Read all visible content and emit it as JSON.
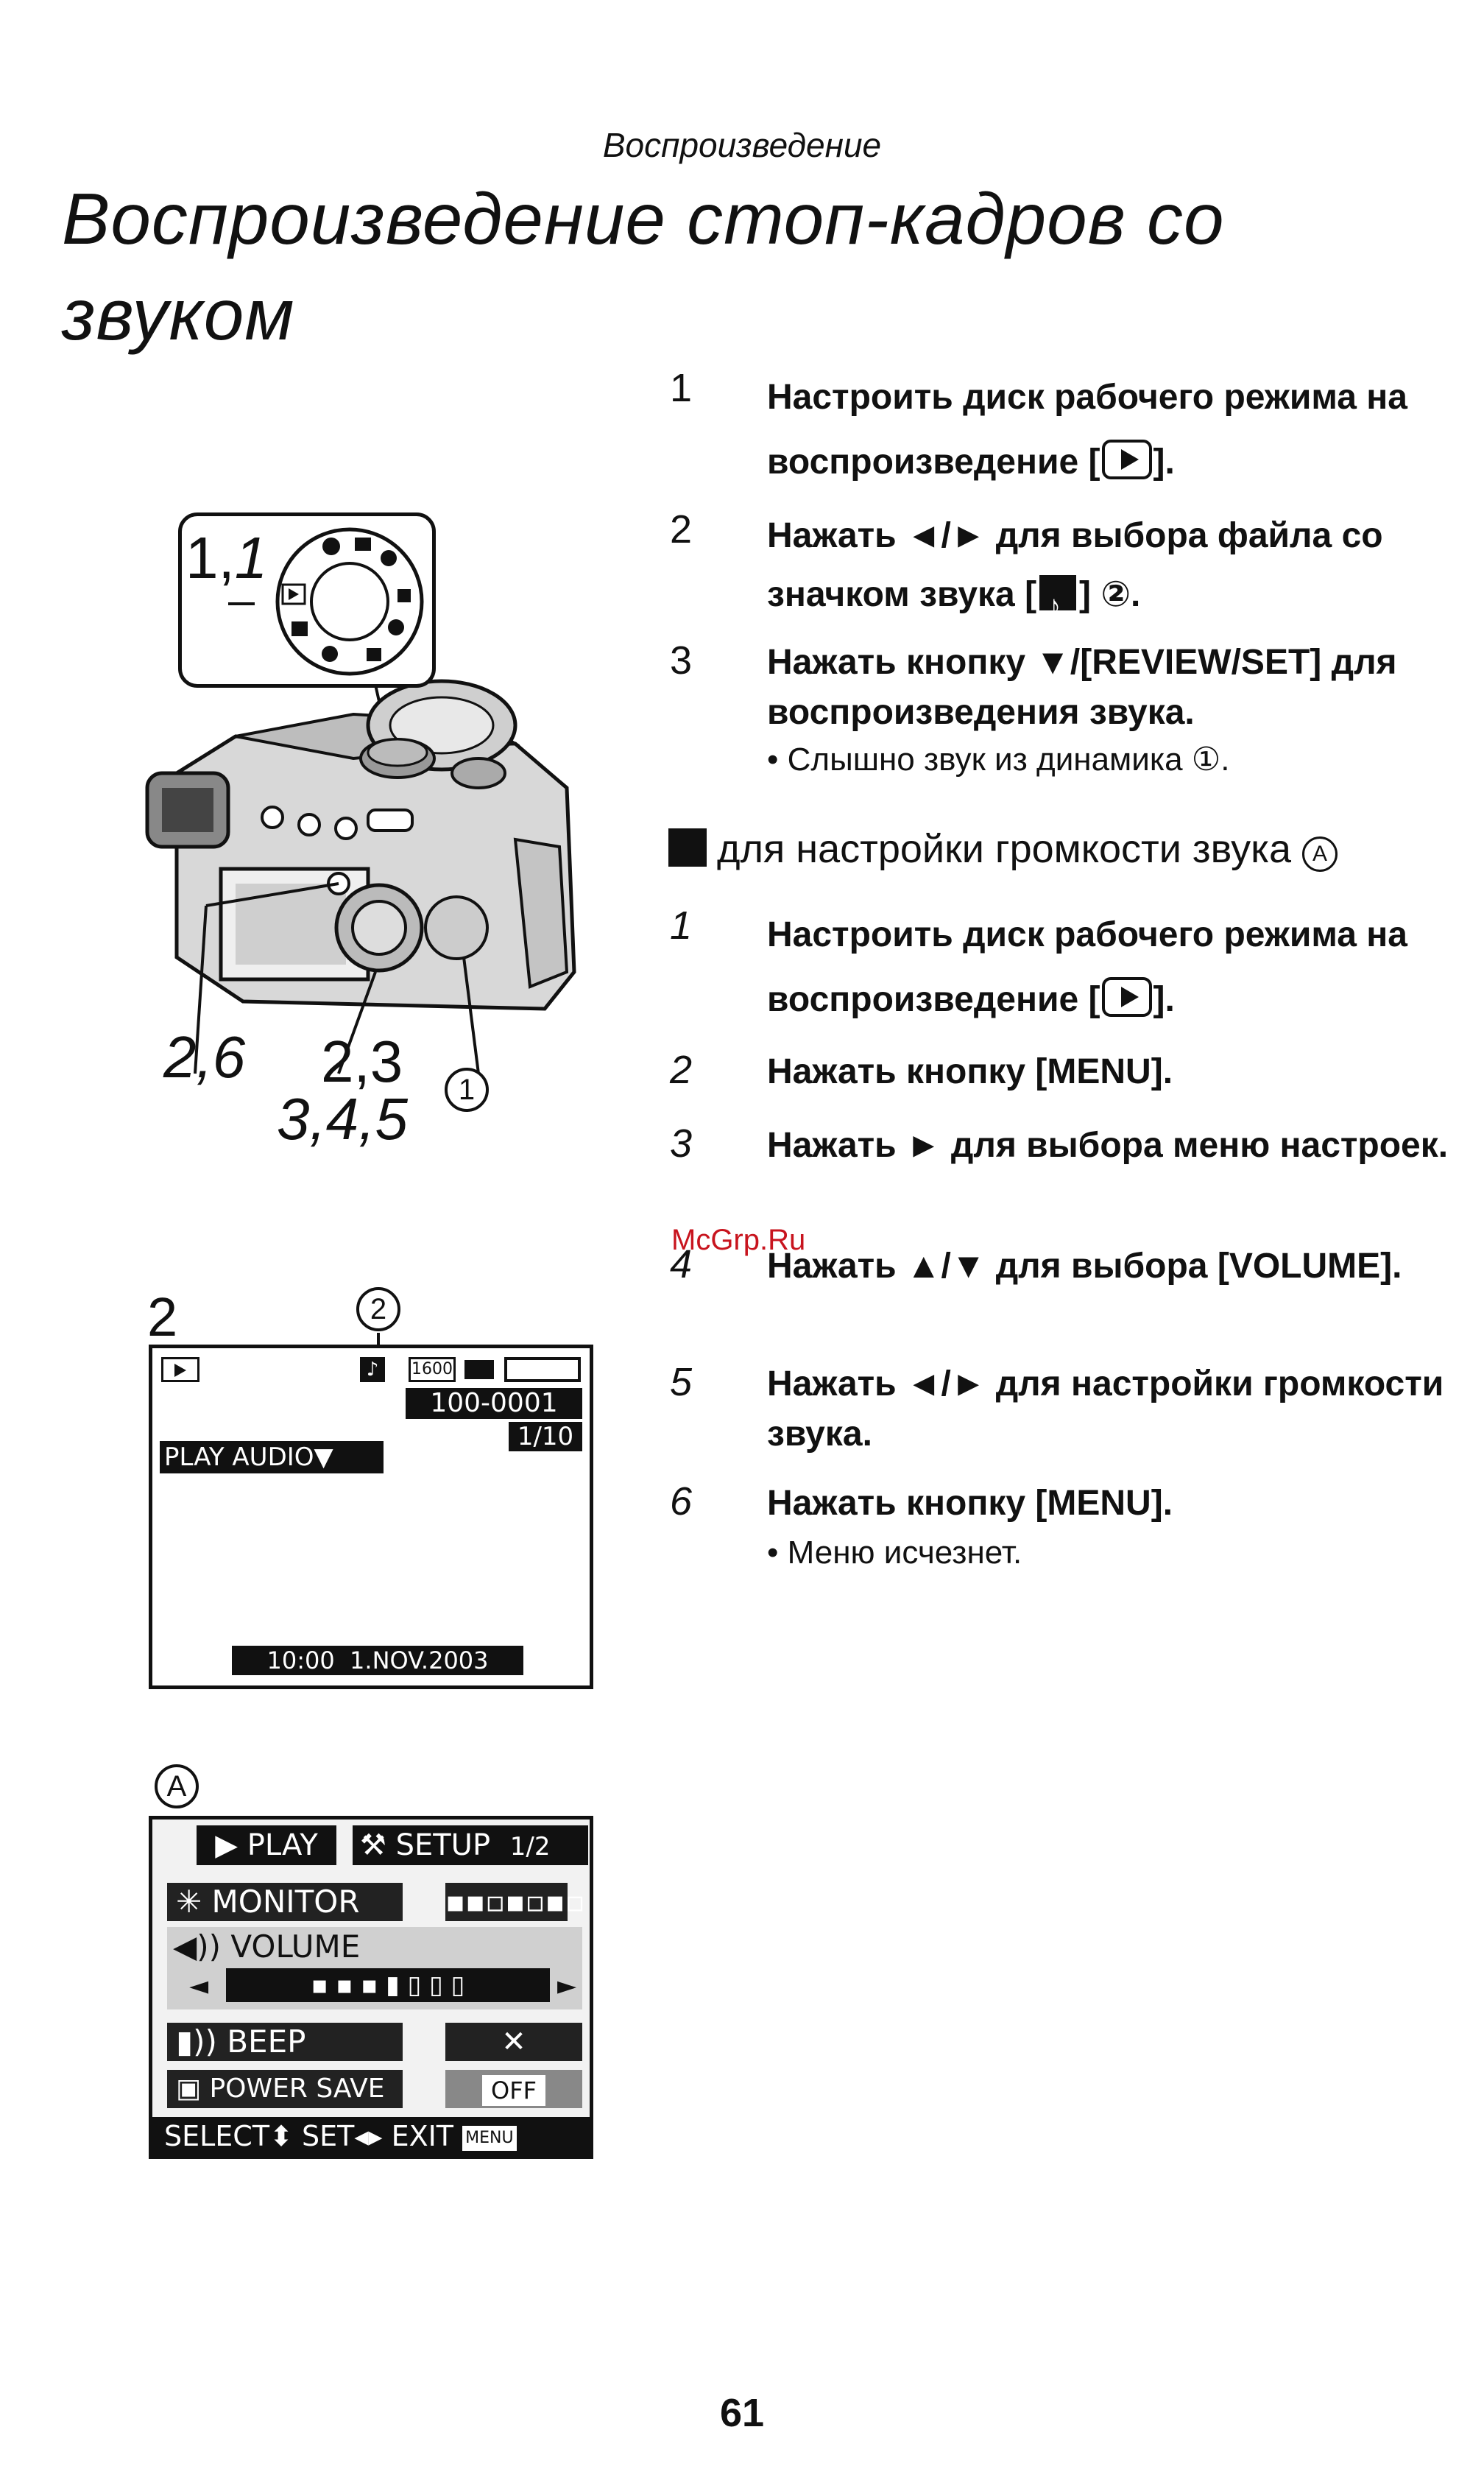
{
  "header": {
    "section": "Воспроизведение"
  },
  "title": {
    "line1": "Воспроизведение стоп-кадров со",
    "line2": "звуком"
  },
  "steps": [
    {
      "num": "1",
      "text": "Настроить диск рабочего режима на воспроизведение [",
      "suffix": "]."
    },
    {
      "num": "2",
      "text": "Нажать ◄/► для выбора файла со значком звука [",
      "suffix": "] ②."
    },
    {
      "num": "3",
      "text": "Нажать кнопку ▼/[REVIEW/SET] для воспроизведения звука.",
      "bullet": "• Слышно звук из динамика ①."
    }
  ],
  "volume_section": {
    "heading": "для настройки громкости звука",
    "heading_marker": "A",
    "steps": [
      {
        "num": "1",
        "text": "Настроить диск рабочего режима на воспроизведение [",
        "suffix": "]."
      },
      {
        "num": "2",
        "text": "Нажать кнопку [MENU]."
      },
      {
        "num": "3",
        "text": "Нажать ► для выбора меню настроек."
      },
      {
        "num": "4",
        "text": "Нажать ▲/▼ для выбора [VOLUME]."
      },
      {
        "num": "5",
        "text": "Нажать ◄/► для настройки громкости звука."
      },
      {
        "num": "6",
        "text": "Нажать кнопку [MENU].",
        "bullet": "• Меню исчезнет."
      }
    ]
  },
  "camera_figure": {
    "callout": "1,",
    "callout_italic": "1",
    "labels": [
      "2,6",
      "2,3",
      "3,4,5"
    ],
    "speaker_marker": "1"
  },
  "lcd_playback": {
    "figure_num": "2",
    "marker": "2",
    "resolution": "1600",
    "file_number": "100-0001",
    "count": "1/10",
    "play_audio": "PLAY AUDIO▼",
    "datetime": "10:00  1.NOV.2003"
  },
  "lcd_menu": {
    "figure_marker": "A",
    "tab_play": "PLAY",
    "tab_setup": "SETUP",
    "page": "1/2",
    "items": [
      {
        "label": "MONITOR",
        "icon": "sun-icon"
      },
      {
        "label": "VOLUME",
        "icon": "speaker-icon"
      },
      {
        "label": "BEEP",
        "icon": "beep-icon",
        "value": "✕"
      },
      {
        "label": "POWER SAVE",
        "icon": "power-save-icon",
        "value": "OFF"
      }
    ],
    "footer": {
      "select": "SELECT",
      "set": "SET",
      "exit": "EXIT",
      "menu": "MENU"
    }
  },
  "watermark": "McGrp.Ru",
  "page_number": "61"
}
